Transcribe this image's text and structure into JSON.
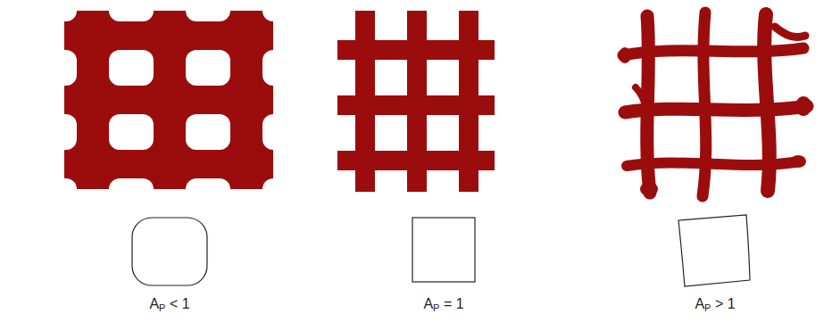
{
  "diagram": {
    "labels": [
      "AP < 1",
      "AP = 1",
      "AP > 1"
    ]
  }
}
